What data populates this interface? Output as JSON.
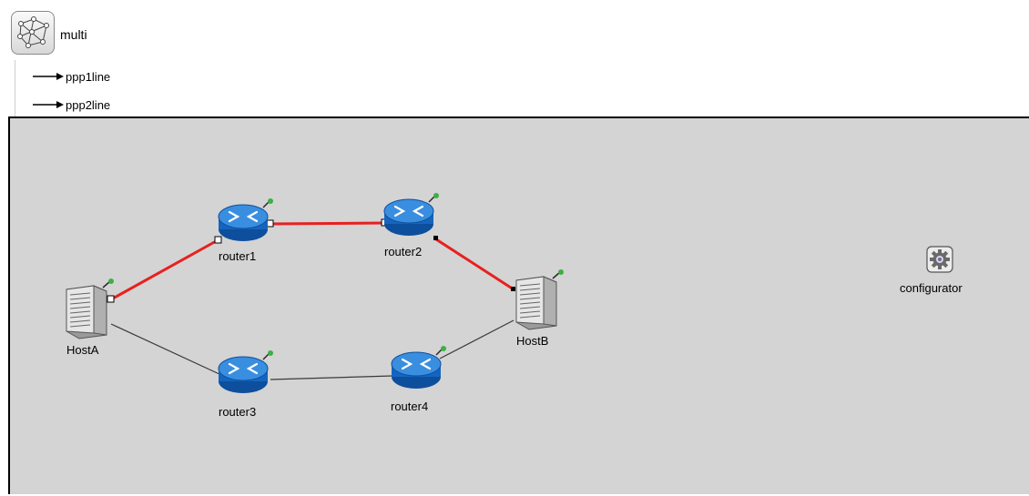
{
  "network": {
    "name": "multi",
    "icon": "network-icon"
  },
  "channels": [
    {
      "name": "ppp1line",
      "icon": "arrow-right-icon"
    },
    {
      "name": "ppp2line",
      "icon": "arrow-right-icon"
    }
  ],
  "nodes": {
    "router1": {
      "label": "router1",
      "icon": "router-icon"
    },
    "router2": {
      "label": "router2",
      "icon": "router-icon"
    },
    "router3": {
      "label": "router3",
      "icon": "router-icon"
    },
    "router4": {
      "label": "router4",
      "icon": "router-icon"
    },
    "hostA": {
      "label": "HostA",
      "icon": "server-icon"
    },
    "hostB": {
      "label": "HostB",
      "icon": "server-icon"
    },
    "configurator": {
      "label": "configurator",
      "icon": "gear-icon"
    }
  },
  "colors": {
    "canvas": "#d4d4d4",
    "highlighted_link": "#e8201f",
    "link": "#3a3a3a",
    "router": "#1565c0",
    "pin": "#3cb043"
  }
}
